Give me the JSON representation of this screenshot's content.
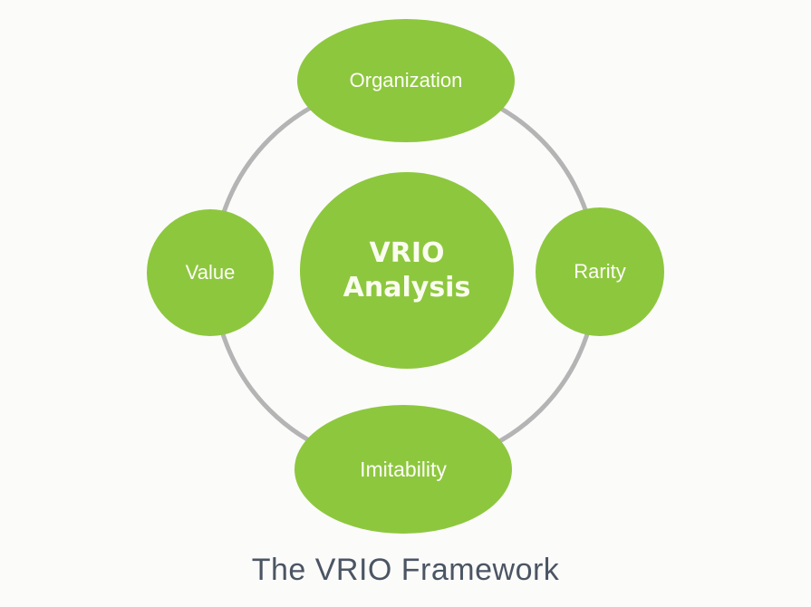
{
  "title": "The VRIO Framework",
  "colors": {
    "bg": "#fbfbfa",
    "green": "#8dc73e",
    "ring": "#b4b4b4",
    "node-text": "#fdfdf8",
    "caption": "#4b5563"
  },
  "diagram": {
    "center_node": {
      "line1": "VRIO",
      "line2": "Analysis"
    },
    "nodes": {
      "top": "Organization",
      "right": "Rarity",
      "bottom": "Imitability",
      "left": "Value"
    }
  }
}
